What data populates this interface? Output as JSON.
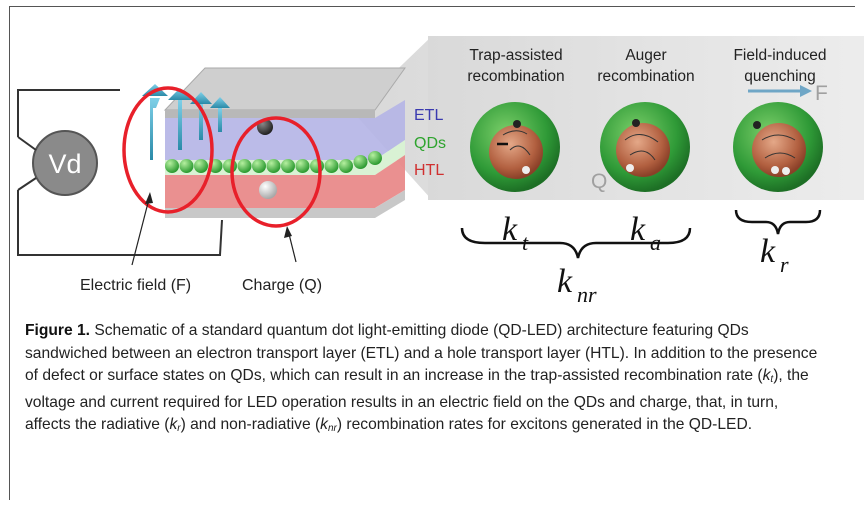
{
  "figure": {
    "device_labels": {
      "etl": "ETL",
      "qds": "QDs",
      "htl": "HTL",
      "vd": "Vd",
      "electric_field": "Electric field (F)",
      "charge": "Charge (Q)"
    },
    "colors": {
      "etl": "#3a3ab0",
      "qds": "#2ea42e",
      "htl": "#d03030",
      "highlight": "#e8202a",
      "qd_shell": "#3a9a3a",
      "qd_core": "#b86848"
    },
    "mechanisms": {
      "trap": {
        "line1": "Trap-assisted",
        "line2": "recombination"
      },
      "auger": {
        "line1": "Auger",
        "line2": "recombination",
        "q_label": "Q"
      },
      "field": {
        "line1": "Field-induced",
        "line2": "quenching",
        "f_label": "F"
      }
    },
    "rates": {
      "kt": {
        "base": "k",
        "sub": "t"
      },
      "ka": {
        "base": "k",
        "sub": "a"
      },
      "kr": {
        "base": "k",
        "sub": "r"
      },
      "knr": {
        "base": "k",
        "sub": "nr"
      }
    }
  },
  "caption": {
    "label": "Figure 1.",
    "text_1": " Schematic of a standard quantum dot light-emitting diode (QD-LED) architecture featuring QDs sandwiched between an electron transport layer (ETL) and a hole transport layer (HTL). In addition to the presence of defect or surface states on QDs, which can result in an increase in the trap-assisted recombination rate (",
    "kt_base": "k",
    "kt_sub": "t",
    "text_2": "), the voltage and current required for LED operation results in an electric field on the QDs and charge, that, in turn, affects the radiative (",
    "kr_base": "k",
    "kr_sub": "r",
    "text_3": ") and non-radiative (",
    "knr_base": "k",
    "knr_sub": "nr",
    "text_4": ") recombination rates for excitons generated in the QD-LED."
  }
}
